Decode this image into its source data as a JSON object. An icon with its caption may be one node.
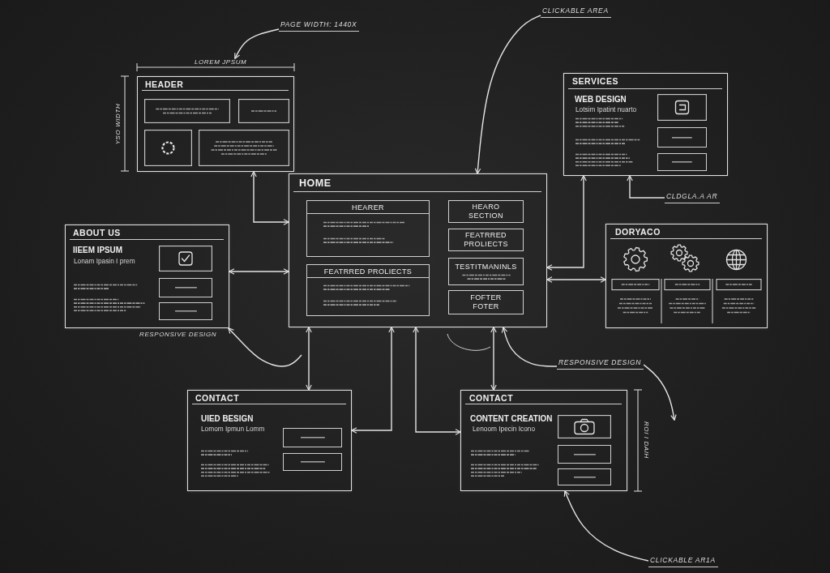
{
  "diagram": {
    "nodes": [
      {
        "text": [
          "CLICKABLE AREA"
        ]
      },
      {
        "text": [
          "PAGE WIDTH: 1440X"
        ]
      },
      {
        "text": [
          "LOREM JPSUM"
        ]
      },
      {
        "text": [
          "HEADER"
        ]
      },
      {
        "text": [
          "SERVICES",
          "WEB DESIGN",
          "Lotsim Ipatint nuarto"
        ]
      },
      {
        "text": [
          "HOME"
        ]
      },
      {
        "text": [
          "HEARER"
        ],
        "in": 5
      },
      {
        "text": [
          "FEATRRED PROLIECTS"
        ],
        "in": 5
      },
      {
        "text": [
          "HEARO SECTION"
        ],
        "in": 5
      },
      {
        "text": [
          "FEATRRED PROLIECTS"
        ],
        "in": 5
      },
      {
        "text": [
          "TESTITMANINLS"
        ],
        "in": 5
      },
      {
        "text": [
          "FOFTER FOTER"
        ],
        "in": 5
      },
      {
        "text": [
          "CLDGLA.A AR"
        ]
      },
      {
        "text": [
          "ABOUT US",
          "IIEEM IPSUM",
          "Lonam Ipasin I prem"
        ],
        "beside": [
          "RESPONSIVE DESIGN"
        ]
      },
      {
        "text": [
          "DORYACO"
        ]
      },
      {
        "text": [
          "RESPONSIVE DESIGN"
        ]
      },
      {
        "text": [
          "CONTACT",
          "UIED BESIGN",
          "Lomom Ipmun Lomm"
        ]
      },
      {
        "text": [
          "CONTACT",
          "CONTENT CREATION",
          "Lenoom Ipecin Icono"
        ]
      },
      {
        "text": [
          "CLICKABLE AR1A"
        ]
      }
    ],
    "edges": [
      {
        "from": 0,
        "to": 5,
        "arrow": "to"
      },
      {
        "from": 1,
        "to": 2,
        "arrow": "to"
      },
      {
        "from": 3,
        "to": 5,
        "arrow": "both"
      },
      {
        "from": 13,
        "to": 5,
        "arrow": "both"
      },
      {
        "from": 5,
        "to": 4,
        "arrow": "both"
      },
      {
        "from": 12,
        "to": 4,
        "arrow": "to"
      },
      {
        "from": 5,
        "to": 14,
        "arrow": "both"
      },
      {
        "from": 5,
        "to": 16,
        "arrow": "both"
      },
      {
        "from": 5,
        "to": 16,
        "arrow": "both"
      },
      {
        "from": 5,
        "to": 17,
        "arrow": "both"
      },
      {
        "from": 5,
        "to": 17,
        "arrow": "both"
      },
      {
        "from": 15,
        "to": 5,
        "arrow": "to"
      },
      {
        "from": 15,
        "to": null,
        "arrow": "to"
      },
      {
        "from": null,
        "to": 13,
        "arrow": "to"
      },
      {
        "from": 18,
        "to": 17,
        "arrow": "to"
      }
    ],
    "labels": [
      "YSO WIDTH",
      "ROI I DAIH"
    ]
  }
}
